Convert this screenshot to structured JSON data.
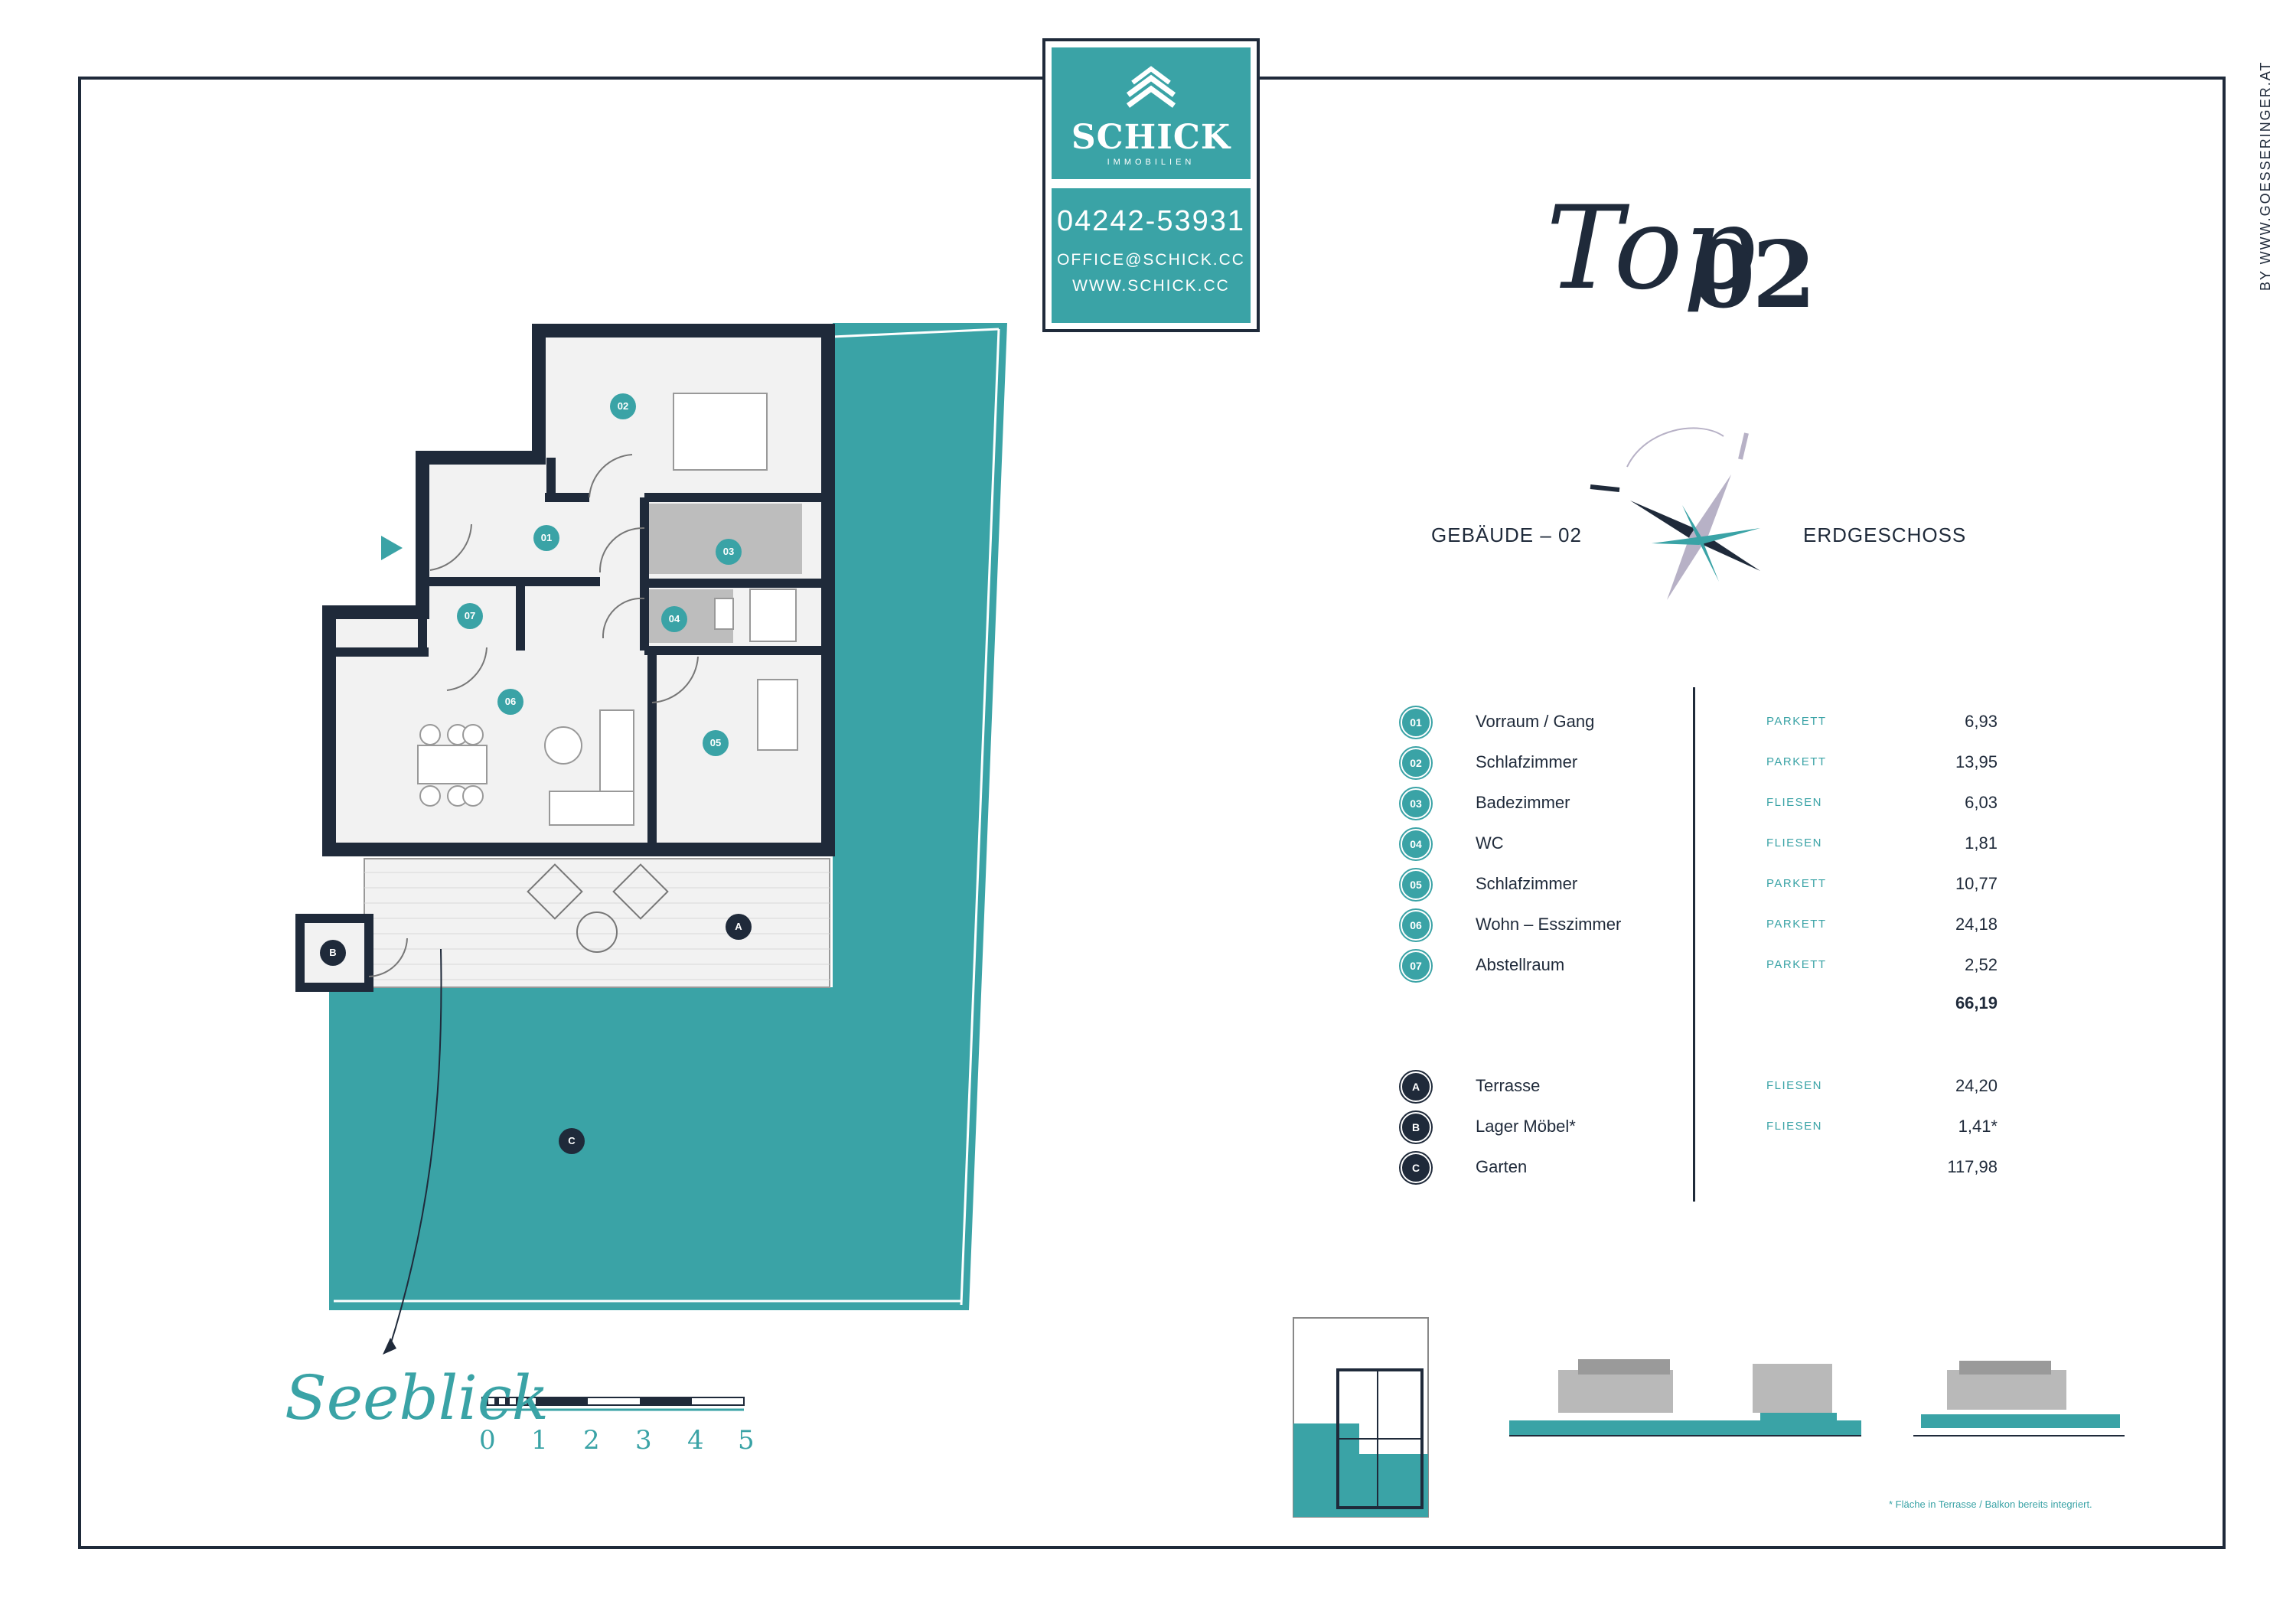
{
  "credit": "BY WWW.GOESSERINGER.AT",
  "brand": {
    "name": "SCHICK",
    "subtitle": "IMMOBILIEN",
    "phone": "04242-53931",
    "email": "OFFICE@SCHICK.CC",
    "website": "WWW.SCHICK.CC"
  },
  "title": {
    "prefix": "Top",
    "number": "02"
  },
  "building_label": "GEBÄUDE – 02",
  "floor_label": "ERDGESCHOSS",
  "rooms": [
    {
      "id": "01",
      "name": "Vorraum / Gang",
      "floor": "PARKETT",
      "area": "6,93"
    },
    {
      "id": "02",
      "name": "Schlafzimmer",
      "floor": "PARKETT",
      "area": "13,95"
    },
    {
      "id": "03",
      "name": "Badezimmer",
      "floor": "FLIESEN",
      "area": "6,03"
    },
    {
      "id": "04",
      "name": "WC",
      "floor": "FLIESEN",
      "area": "1,81"
    },
    {
      "id": "05",
      "name": "Schlafzimmer",
      "floor": "PARKETT",
      "area": "10,77"
    },
    {
      "id": "06",
      "name": "Wohn – Esszimmer",
      "floor": "PARKETT",
      "area": "24,18"
    },
    {
      "id": "07",
      "name": "Abstellraum",
      "floor": "PARKETT",
      "area": "2,52"
    }
  ],
  "total_area": "66,19",
  "outdoor": [
    {
      "id": "A",
      "name": "Terrasse",
      "floor": "FLIESEN",
      "area": "24,20"
    },
    {
      "id": "B",
      "name": "Lager Möbel*",
      "floor": "FLIESEN",
      "area": "1,41*"
    },
    {
      "id": "C",
      "name": "Garten",
      "floor": "",
      "area": "117,98"
    }
  ],
  "footnote": "* Fläche in Terrasse / Balkon bereits integriert.",
  "view_label": "Seeblick",
  "scale": [
    "0",
    "1",
    "2",
    "3",
    "4",
    "5"
  ],
  "colors": {
    "teal": "#3aa3a6",
    "navy": "#1f2a3a",
    "room_fill": "#f2f2f2",
    "tile_fill": "#bdbdbd"
  }
}
